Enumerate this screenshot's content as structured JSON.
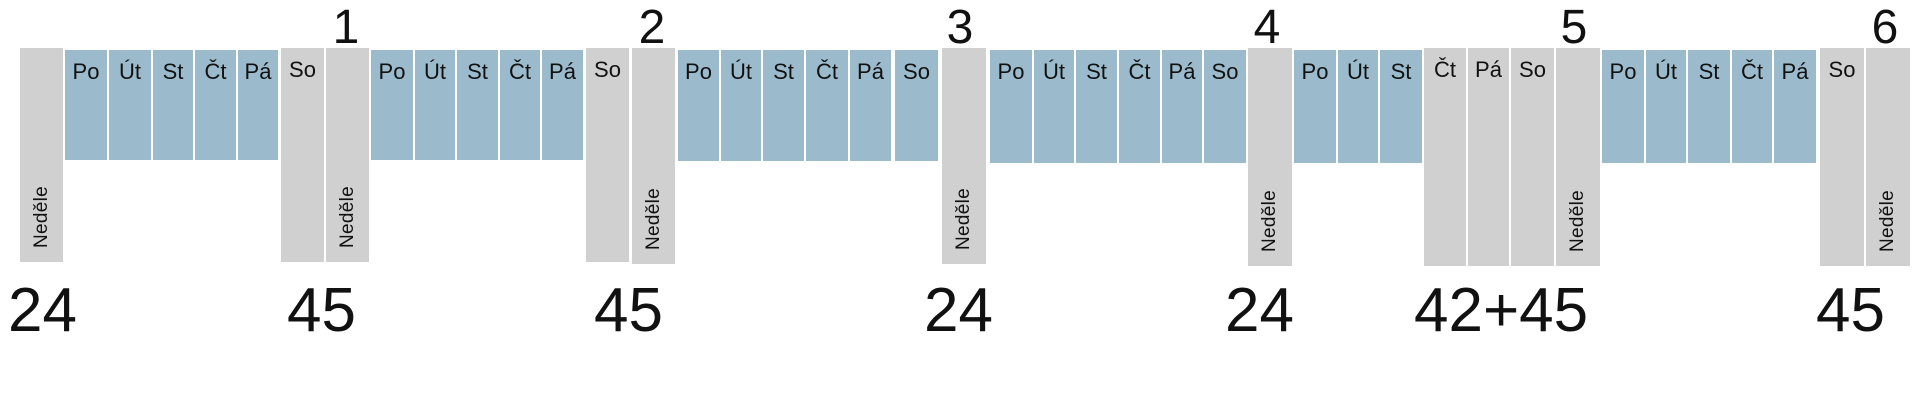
{
  "colors": {
    "workday": "#9bbbcd",
    "restday": "#d0d0d0",
    "text": "#111111"
  },
  "weeks": [
    {
      "number": "1",
      "days": [
        {
          "label": "Po",
          "kind": "work"
        },
        {
          "label": "Út",
          "kind": "work"
        },
        {
          "label": "St",
          "kind": "work"
        },
        {
          "label": "Čt",
          "kind": "work"
        },
        {
          "label": "Pá",
          "kind": "work"
        },
        {
          "label": "So",
          "kind": "rest"
        },
        {
          "label": "Neděle",
          "kind": "sunday"
        }
      ]
    },
    {
      "number": "2",
      "days": [
        {
          "label": "Po",
          "kind": "work"
        },
        {
          "label": "Út",
          "kind": "work"
        },
        {
          "label": "St",
          "kind": "work"
        },
        {
          "label": "Čt",
          "kind": "work"
        },
        {
          "label": "Pá",
          "kind": "work"
        },
        {
          "label": "So",
          "kind": "rest"
        },
        {
          "label": "Neděle",
          "kind": "sunday"
        }
      ]
    },
    {
      "number": "3",
      "days": [
        {
          "label": "Po",
          "kind": "work"
        },
        {
          "label": "Út",
          "kind": "work"
        },
        {
          "label": "St",
          "kind": "work"
        },
        {
          "label": "Čt",
          "kind": "work"
        },
        {
          "label": "Pá",
          "kind": "work"
        },
        {
          "label": "So",
          "kind": "work"
        },
        {
          "label": "Neděle",
          "kind": "sunday"
        }
      ]
    },
    {
      "number": "4",
      "days": [
        {
          "label": "Po",
          "kind": "work"
        },
        {
          "label": "Út",
          "kind": "work"
        },
        {
          "label": "St",
          "kind": "work"
        },
        {
          "label": "Čt",
          "kind": "work"
        },
        {
          "label": "Pá",
          "kind": "work"
        },
        {
          "label": "So",
          "kind": "work"
        },
        {
          "label": "Neděle",
          "kind": "sunday"
        }
      ]
    },
    {
      "number": "5",
      "days": [
        {
          "label": "Po",
          "kind": "work"
        },
        {
          "label": "Út",
          "kind": "work"
        },
        {
          "label": "St",
          "kind": "work"
        },
        {
          "label": "Čt",
          "kind": "rest"
        },
        {
          "label": "Pá",
          "kind": "rest"
        },
        {
          "label": "So",
          "kind": "rest"
        },
        {
          "label": "Neděle",
          "kind": "sunday"
        }
      ]
    },
    {
      "number": "6",
      "days": [
        {
          "label": "Po",
          "kind": "work"
        },
        {
          "label": "Út",
          "kind": "work"
        },
        {
          "label": "St",
          "kind": "work"
        },
        {
          "label": "Čt",
          "kind": "work"
        },
        {
          "label": "Pá",
          "kind": "work"
        },
        {
          "label": "So",
          "kind": "rest"
        },
        {
          "label": "Neděle",
          "kind": "sunday"
        }
      ]
    }
  ],
  "leading_sunday": {
    "label": "Neděle",
    "kind": "sunday"
  },
  "hour_totals": [
    "24",
    "45",
    "45",
    "24",
    "24",
    "42+45",
    "45"
  ]
}
